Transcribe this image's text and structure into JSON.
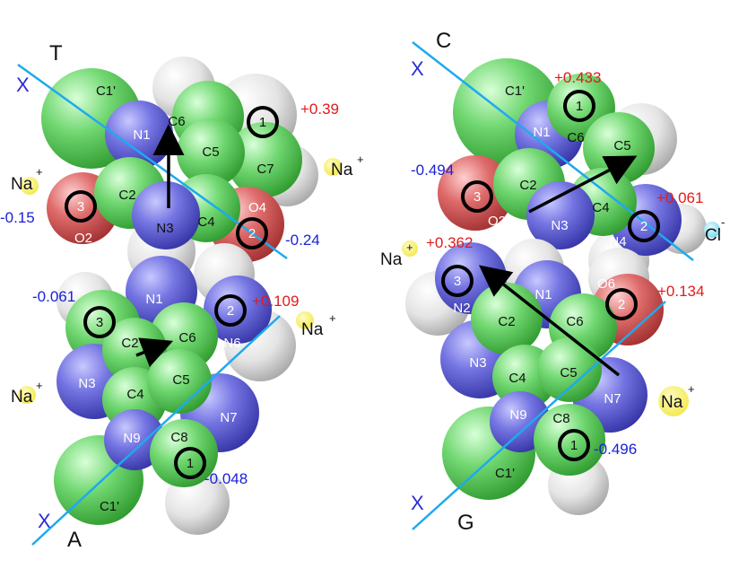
{
  "colors": {
    "carbon": "#6fdc6f",
    "nitrogen": "#7878e6",
    "oxygen": "#e07070",
    "hydrogen": "#e6e6e6",
    "axis": "#1eaaee",
    "positive": "#e21b1b",
    "negative": "#1a22d8",
    "sodium": "#f4ef6a",
    "chloride": "#8fe3f5"
  },
  "panels": {
    "T": {
      "base": "T",
      "axis_label": "X",
      "atoms": {
        "c1p": "C1'",
        "n1": "N1",
        "c6": "C6",
        "c5": "C5",
        "c7": "C7",
        "c2": "C2",
        "n3": "N3",
        "c4": "C4",
        "o2": "O2",
        "o4": "O4"
      },
      "charges": {
        "c7": "+0.39",
        "o2": "-0.15",
        "o4": "-0.24"
      },
      "rings": {
        "r1": "1",
        "r2": "2",
        "r3": "3"
      },
      "ions": {
        "na_right": "Na",
        "na_left": "Na",
        "sup": "+"
      }
    },
    "A": {
      "base": "A",
      "axis_label": "X",
      "atoms": {
        "n1": "N1",
        "c2": "C2",
        "c6": "C6",
        "n6": "N6",
        "n3": "N3",
        "c5": "C5",
        "c4": "C4",
        "n7": "N7",
        "n9": "N9",
        "c8": "C8",
        "c1p": "C1'"
      },
      "charges": {
        "c2": "-0.061",
        "n6": "+0.109",
        "c8": "-0.048"
      },
      "rings": {
        "r1": "1",
        "r2": "2",
        "r3": "3"
      },
      "ions": {
        "na_right": "Na",
        "na_left": "Na",
        "sup": "+"
      }
    },
    "C": {
      "base": "C",
      "axis_label": "X",
      "atoms": {
        "c1p": "C1'",
        "n1": "N1",
        "c6": "C6",
        "c5": "C5",
        "c2": "C2",
        "c4": "C4",
        "o2": "O2",
        "n3": "N3",
        "n4": "N4"
      },
      "charges": {
        "c6": "+0.433",
        "o2": "-0.494",
        "n4": "+0.061"
      },
      "rings": {
        "r1": "1",
        "r2": "2",
        "r3": "3"
      },
      "ions": {
        "cl": "Cl",
        "cl_sup": "-"
      }
    },
    "G": {
      "base": "G",
      "axis_label": "X",
      "atoms": {
        "n2": "N2",
        "n1": "N1",
        "o6": "O6",
        "c2": "C2",
        "c6": "C6",
        "n3": "N3",
        "c4": "C4",
        "c5": "C5",
        "n7": "N7",
        "n9": "N9",
        "c8": "C8",
        "c1p": "C1'"
      },
      "charges": {
        "n2": "+0.362",
        "o6": "+0.134",
        "c8": "-0.496"
      },
      "rings": {
        "r1": "1",
        "r2": "2",
        "r3": "3"
      },
      "ions": {
        "na_left": "Na",
        "na_right": "Na",
        "sup": "+"
      }
    }
  }
}
